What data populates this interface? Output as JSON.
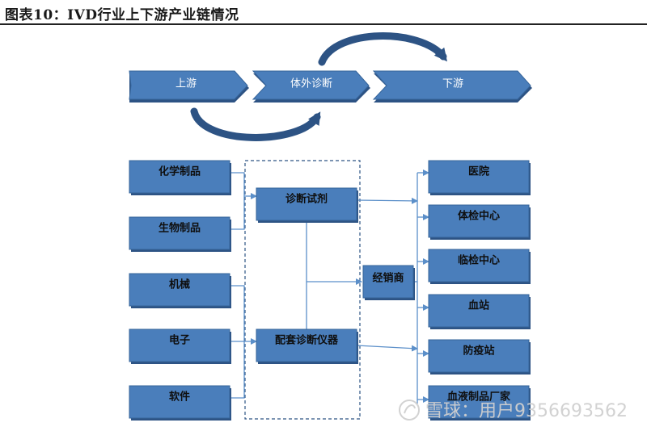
{
  "title": "图表10：IVD行业上下游产业链情况",
  "stages": {
    "upstream": "上游",
    "midstream": "体外诊断",
    "downstream": "下游"
  },
  "upstream_items": [
    "化学制品",
    "生物制品",
    "机械",
    "电子",
    "软件"
  ],
  "midstream_items": [
    "诊断试剂",
    "配套诊断仪器"
  ],
  "distributor": "经销商",
  "downstream_items": [
    "医院",
    "体检中心",
    "临检中心",
    "血站",
    "防疫站",
    "血液制品厂家"
  ],
  "watermark": "雪球：用户9356693562"
}
